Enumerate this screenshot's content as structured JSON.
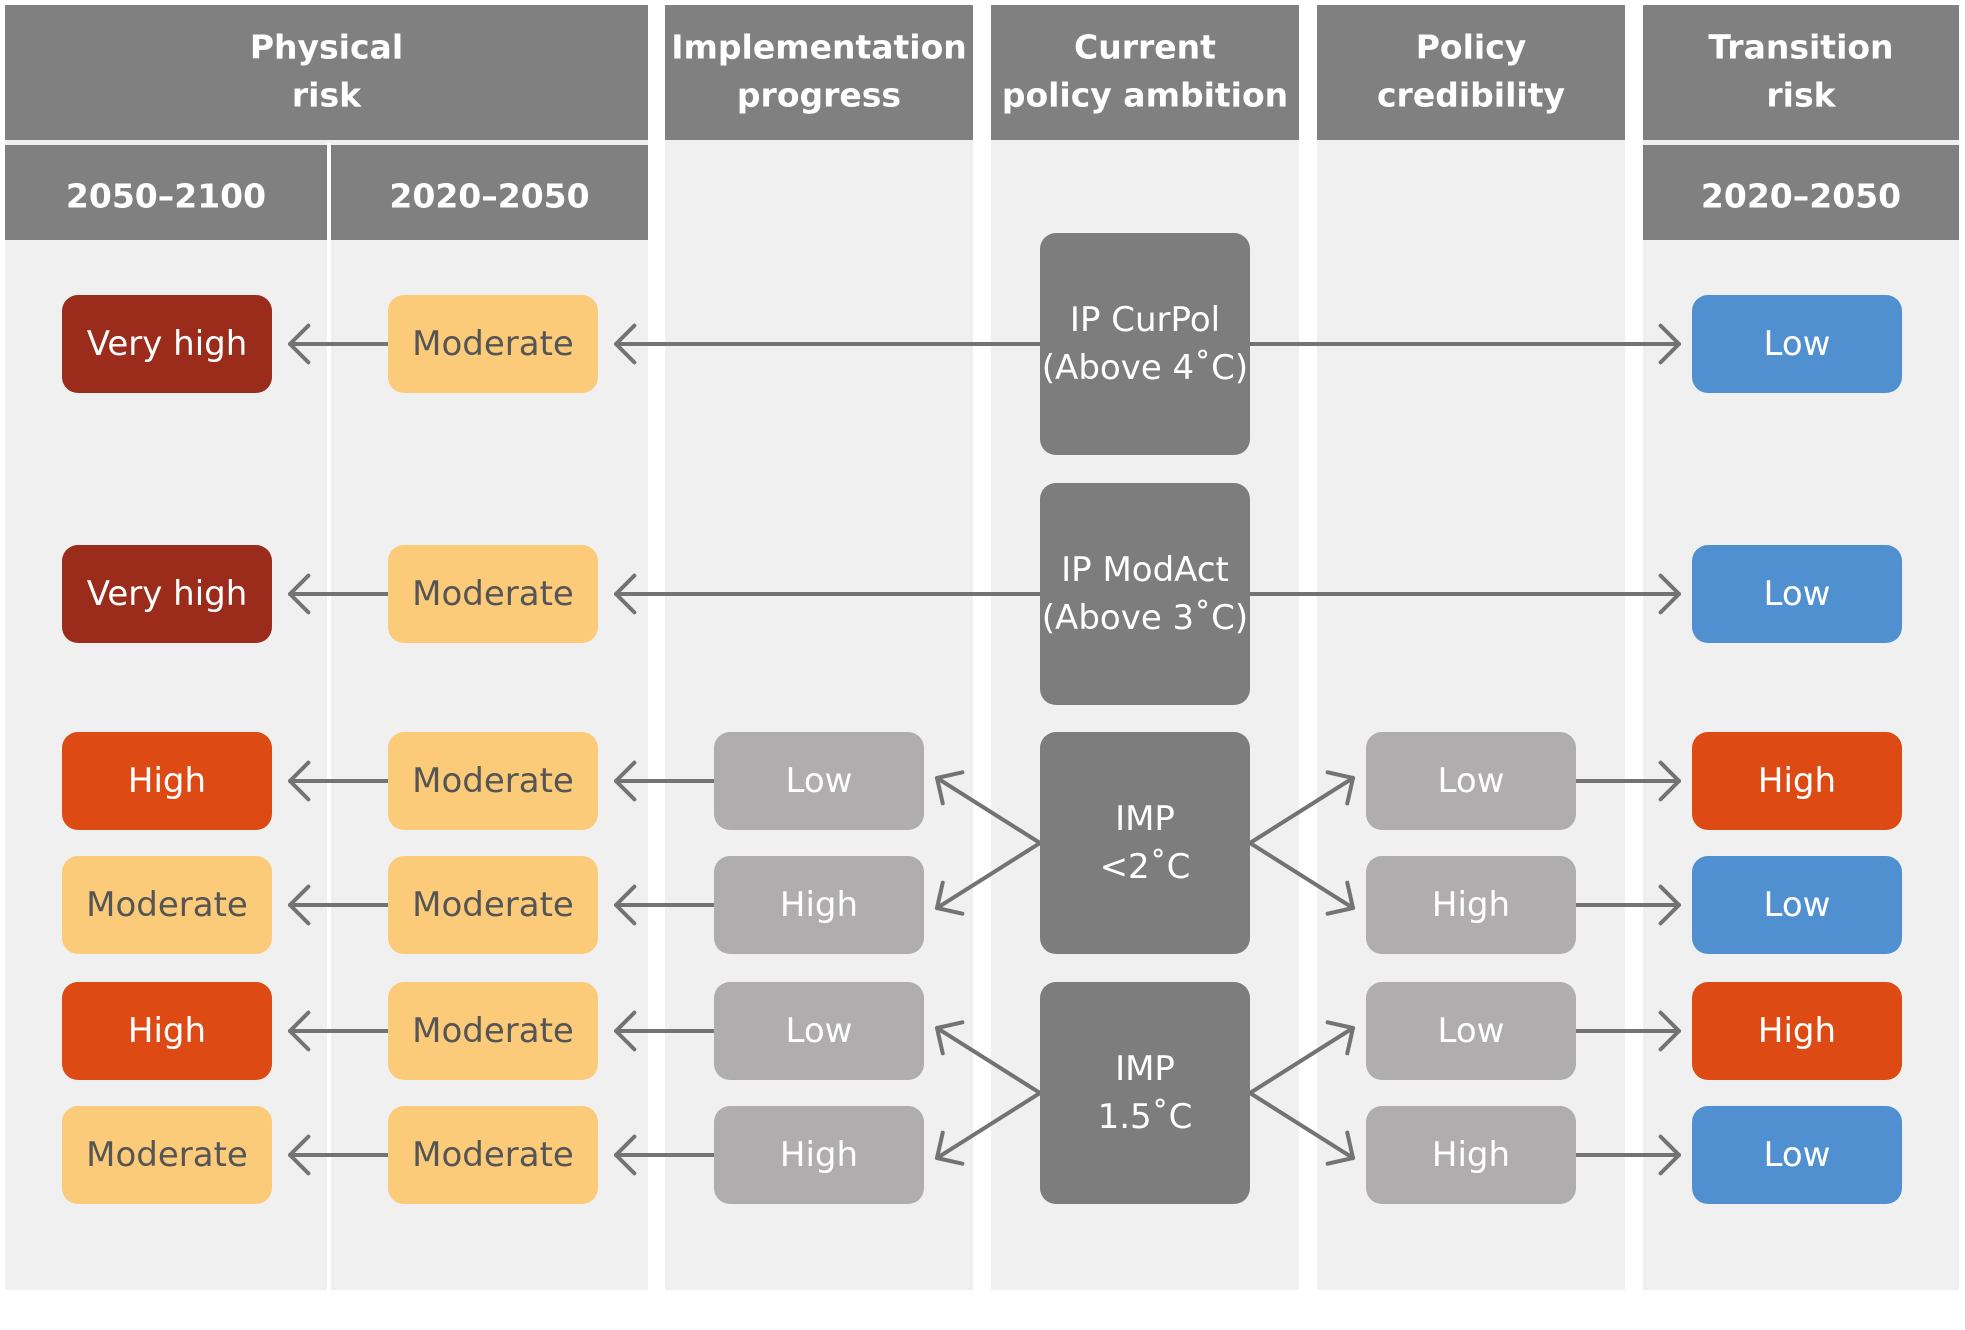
{
  "colors": {
    "header_bg": "#808080",
    "column_bg": "#f0f0f0",
    "center_box": "#7d7d7d",
    "gray_box": "#afadad",
    "very_high": "#9b2b1a",
    "high": "#dd4a14",
    "moderate": "#fccb7a",
    "low": "#5090d0",
    "arrow": "#737373",
    "light_text": "#ffffff",
    "dark_text": "#555555"
  },
  "headers": {
    "physical_risk": [
      "Physical",
      "risk"
    ],
    "implementation_progress": [
      "Implementation",
      "progress"
    ],
    "current_policy_ambition": [
      "Current",
      "policy ambition"
    ],
    "policy_credibility": [
      "Policy",
      "credibility"
    ],
    "transition_risk": [
      "Transition",
      "risk"
    ]
  },
  "subheaders": {
    "physical_late": "2050–2100",
    "physical_early": "2020–2050",
    "transition": "2020–2050"
  },
  "scenarios": [
    {
      "lines": [
        "IP CurPol",
        "(Above 4˚C)"
      ]
    },
    {
      "lines": [
        "IP ModAct",
        "(Above 3˚C)"
      ]
    },
    {
      "lines": [
        "IMP",
        "<2˚C"
      ]
    },
    {
      "lines": [
        "IMP",
        "1.5˚C"
      ]
    }
  ],
  "rows": [
    {
      "physical_late": "Very high",
      "physical_early": "Moderate",
      "implementation": "",
      "credibility": "",
      "transition": "Low"
    },
    {
      "physical_late": "Very high",
      "physical_early": "Moderate",
      "implementation": "",
      "credibility": "",
      "transition": "Low"
    },
    {
      "physical_late": "High",
      "physical_early": "Moderate",
      "implementation": "Low",
      "credibility": "Low",
      "transition": "High"
    },
    {
      "physical_late": "Moderate",
      "physical_early": "Moderate",
      "implementation": "High",
      "credibility": "High",
      "transition": "Low"
    },
    {
      "physical_late": "High",
      "physical_early": "Moderate",
      "implementation": "Low",
      "credibility": "Low",
      "transition": "High"
    },
    {
      "physical_late": "Moderate",
      "physical_early": "Moderate",
      "implementation": "High",
      "credibility": "High",
      "transition": "Low"
    }
  ]
}
